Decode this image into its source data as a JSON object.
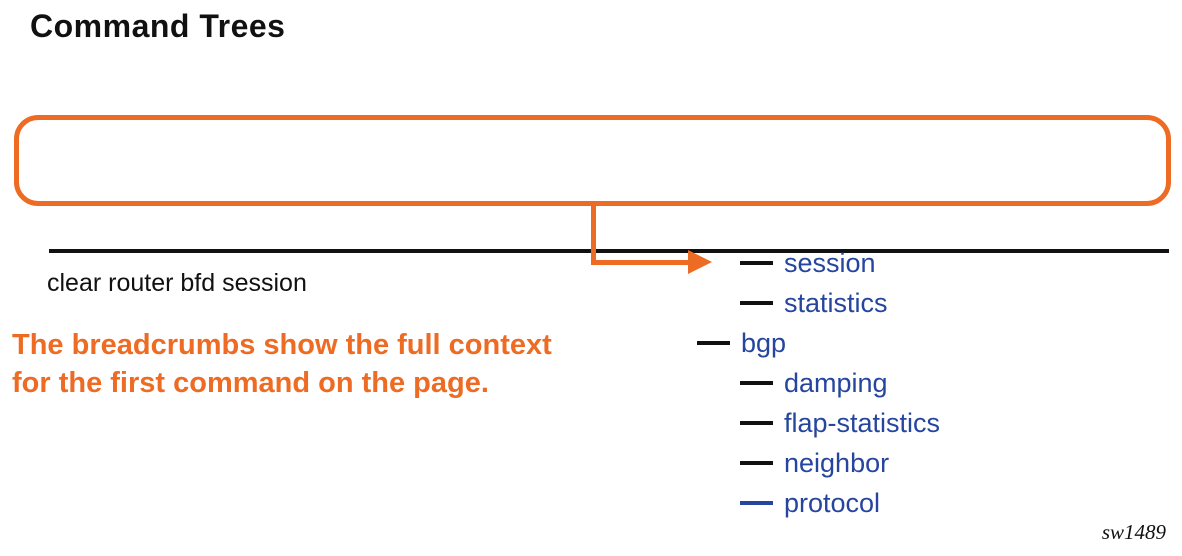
{
  "page": {
    "title": "Command Trees",
    "figure_id": "sw1489"
  },
  "breadcrumb_box": {
    "command": "clear router bfd session"
  },
  "annotation": {
    "line1": "The breadcrumbs show the full context",
    "line2": "for the first command on the page."
  },
  "tree": {
    "arrow_target": "session",
    "items": [
      {
        "label": "session",
        "level": 2,
        "dash_color": "black"
      },
      {
        "label": "statistics",
        "level": 2,
        "dash_color": "black"
      },
      {
        "label": "bgp",
        "level": 1,
        "dash_color": "black"
      },
      {
        "label": "damping",
        "level": 2,
        "dash_color": "black"
      },
      {
        "label": "flap-statistics",
        "level": 2,
        "dash_color": "black"
      },
      {
        "label": "neighbor",
        "level": 2,
        "dash_color": "black"
      },
      {
        "label": "protocol",
        "level": 2,
        "dash_color": "blue"
      }
    ]
  },
  "colors": {
    "accent_orange": "#ee6b23",
    "command_blue": "#25459e",
    "text_black": "#111111"
  }
}
